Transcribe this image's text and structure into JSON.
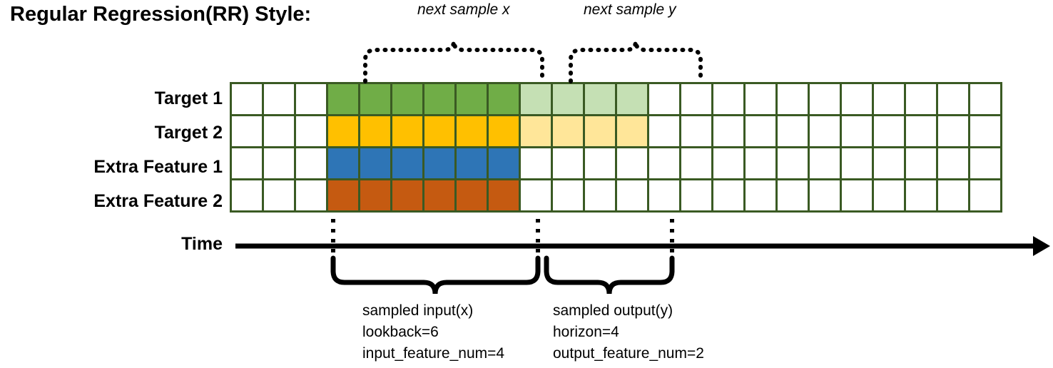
{
  "title": "Regular Regression(RR) Style:",
  "axis": {
    "time_label": "Time"
  },
  "rows": [
    {
      "label": "Target 1",
      "key": "target-1"
    },
    {
      "label": "Target 2",
      "key": "target-2"
    },
    {
      "label": "Extra Feature 1",
      "key": "extra-feature-1"
    },
    {
      "label": "Extra Feature 2",
      "key": "extra-feature-2"
    }
  ],
  "top_annotations": [
    {
      "text": "next sample x",
      "key": "next-sample-x"
    },
    {
      "text": "next sample y",
      "key": "next-sample-y"
    }
  ],
  "bottom_annotations": [
    {
      "key": "sampled-input",
      "lines": [
        "sampled input(x)",
        "lookback=6",
        "input_feature_num=4"
      ]
    },
    {
      "key": "sampled-output",
      "lines": [
        "sampled output(y)",
        "horizon=4",
        "output_feature_num=2"
      ]
    }
  ],
  "colors": {
    "border": "#3a5a23",
    "target1": "#70ad47",
    "target2": "#ffc000",
    "extra1": "#2e75b6",
    "extra2": "#c55a11",
    "target1_faded": "#c5e0b4",
    "target2_faded": "#ffe699",
    "empty": "#ffffff",
    "axis": "#000000"
  },
  "chart_data": {
    "type": "heatmap",
    "title": "Regular Regression(RR) Style:",
    "xlabel": "Time",
    "ylabel": "",
    "columns": 24,
    "lookback": 6,
    "horizon": 4,
    "input_feature_num": 4,
    "output_feature_num": 2,
    "input_start_col": 3,
    "output_start_col": 9,
    "categories": [
      "Target 1",
      "Target 2",
      "Extra Feature 1",
      "Extra Feature 2"
    ],
    "legend": [
      "sampled input(x)",
      "sampled output(y)"
    ],
    "annotations": [
      "next sample x",
      "next sample y"
    ],
    "cells": [
      [
        "empty",
        "empty",
        "empty",
        "target1",
        "target1",
        "target1",
        "target1",
        "target1",
        "target1",
        "target1_faded",
        "target1_faded",
        "target1_faded",
        "target1_faded",
        "empty",
        "empty",
        "empty",
        "empty",
        "empty",
        "empty",
        "empty",
        "empty",
        "empty",
        "empty",
        "empty"
      ],
      [
        "empty",
        "empty",
        "empty",
        "target2",
        "target2",
        "target2",
        "target2",
        "target2",
        "target2",
        "target2_faded",
        "target2_faded",
        "target2_faded",
        "target2_faded",
        "empty",
        "empty",
        "empty",
        "empty",
        "empty",
        "empty",
        "empty",
        "empty",
        "empty",
        "empty",
        "empty"
      ],
      [
        "empty",
        "empty",
        "empty",
        "extra1",
        "extra1",
        "extra1",
        "extra1",
        "extra1",
        "extra1",
        "empty",
        "empty",
        "empty",
        "empty",
        "empty",
        "empty",
        "empty",
        "empty",
        "empty",
        "empty",
        "empty",
        "empty",
        "empty",
        "empty",
        "empty"
      ],
      [
        "empty",
        "empty",
        "empty",
        "extra2",
        "extra2",
        "extra2",
        "extra2",
        "extra2",
        "extra2",
        "empty",
        "empty",
        "empty",
        "empty",
        "empty",
        "empty",
        "empty",
        "empty",
        "empty",
        "empty",
        "empty",
        "empty",
        "empty",
        "empty",
        "empty"
      ]
    ]
  }
}
